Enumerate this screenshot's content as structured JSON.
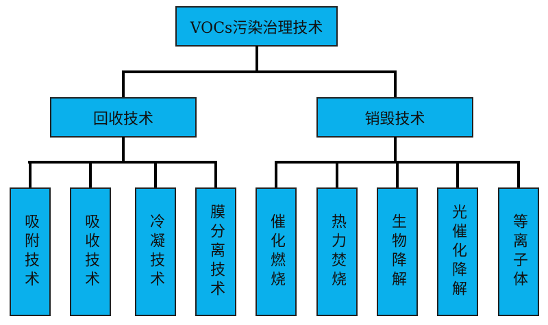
{
  "colors": {
    "box_fill": "#0ab0ec",
    "line": "#000000"
  },
  "root": {
    "label": "VOCs污染治理技术"
  },
  "branches": [
    {
      "label": "回收技术",
      "children": [
        "吸附技术",
        "吸收技术",
        "冷凝技术",
        "膜分离技术"
      ]
    },
    {
      "label": "销毁技术",
      "children": [
        "催化燃烧",
        "热力焚烧",
        "生物降解",
        "光催化降解",
        "等离子体"
      ]
    }
  ]
}
